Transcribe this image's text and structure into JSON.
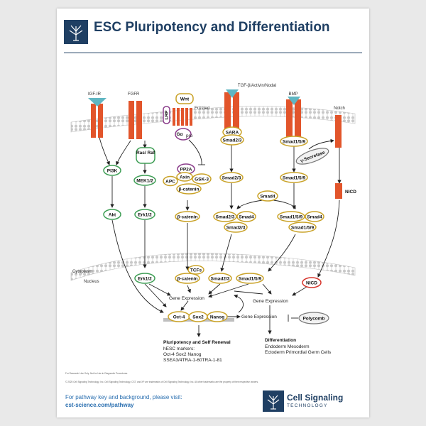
{
  "title": "ESC Pluripotency and Differentiation",
  "membrane_labels": {
    "igf1r": "IGF-IR",
    "fgfr": "FGFR",
    "wnt": "Wnt",
    "frizzled": "Frizzled",
    "lrp": "LRP",
    "gprot": "Gα",
    "gprot_sub": "pro",
    "tgf": "TGF-β/Activin/Nodal",
    "bmp": "BMP",
    "notch": "Notch"
  },
  "nodes": {
    "rasraf": "Ras/ Raf",
    "pi3k": "PI3K",
    "mek": "MEK1/2",
    "akt": "Akt",
    "erk_cyto": "Erk1/2",
    "erk_nuc": "Erk1/2",
    "pp2a": "PP2A",
    "axin": "Axin",
    "apc": "APC",
    "gsk3": "GSK-3",
    "bcat_complex": "β-catenin",
    "bcat_free": "β-catenin",
    "bcat_nuc": "β-catenin",
    "tcfs": "TCFs",
    "sara": "SARA",
    "smad23_a": "Smad2/3",
    "smad23_b": "Smad2/3",
    "smad23_c": "Smad2/3",
    "smad4_complex1": "Smad4",
    "smad23_c2": "Smad2/3",
    "smad23_nuc": "Smad2/3",
    "smad4": "Smad4",
    "smad159_a": "Smad1/5/9",
    "smad159_b": "Smad1/5/9",
    "smad159_c": "Smad1/5/9",
    "smad4_complex2": "Smad4",
    "smad159_c2": "Smad1/5/9",
    "smad159_nuc": "Smad1/5/9",
    "gamma_secretase": "γ-Secretase",
    "nicd_cyto": "NICD",
    "nicd_nuc": "NICD",
    "polycomb": "Polycomb",
    "oct4": "Oct-4",
    "sox2": "Sox2",
    "nanog": "Nanog"
  },
  "compartments": {
    "cytoplasm": "Cytoplasm",
    "nucleus": "Nucleus"
  },
  "gene_expression": {
    "left": "Gene Expression",
    "right": "Gene Expression",
    "promoter": "Gene Expression"
  },
  "outcomes": {
    "pluri_title": "Pluripotency and Self Renewal",
    "pluri_line1": "hESC markers:",
    "pluri_line2": "Oct-4     Sox2       Nanog",
    "pluri_line3": "SSEA3/4TRA-1-60TRA-1-81",
    "diff_title": "Differentiation",
    "diff_line1": "Endoderm          Mesoderm",
    "diff_line2": "Ectoderm Primordial Germ Cells"
  },
  "footer": {
    "disclaimer": "For Research Use Only. Not for Use in Diagnostic Procedures.",
    "copyright": "© 2025 Cell Signaling Technology, Inc. Cell Signaling Technology, CST, and XP are trademarks of Cell Signaling Technology, Inc. All other trademarks are the property of their respective owners.",
    "visit_line": "For pathway key and background, please visit:",
    "visit_url": "cst-science.com/pathway"
  },
  "brand": {
    "name": "Cell Signaling",
    "sub": "TECHNOLOGY"
  },
  "colors": {
    "navy": "#1f3f63",
    "receptor": "#e2552b",
    "gold": "#c9a227",
    "green": "#3e9e55",
    "red": "#d6332a",
    "purple": "#8a3c8a",
    "teal": "#5fb6c2",
    "membrane": "#cfcfcf"
  }
}
